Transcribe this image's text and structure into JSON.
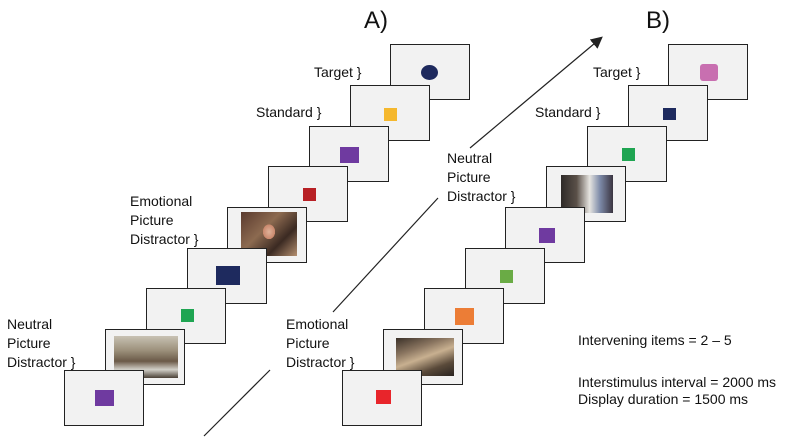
{
  "panel_a": {
    "title": "A)",
    "labels": {
      "target": "Target  }",
      "standard": "Standard  }",
      "emotional_1": "Emotional",
      "emotional_2": "Picture",
      "emotional_3": "Distractor  }",
      "neutral_1": "Neutral",
      "neutral_2": "Picture",
      "neutral_3": "Distractor  }"
    },
    "stimuli": [
      "navy-circle",
      "yellow-square",
      "purple-square",
      "red-square",
      "emotional-photo",
      "navy-square",
      "green-square",
      "neutral-photo",
      "purple-square"
    ]
  },
  "panel_b": {
    "title": "B)",
    "labels": {
      "target": "Target  }",
      "standard": "Standard  }",
      "neutral_1": "Neutral",
      "neutral_2": "Picture",
      "neutral_3": "Distractor  }",
      "emotional_1": "Emotional",
      "emotional_2": "Picture",
      "emotional_3": "Distractor  }"
    },
    "stimuli": [
      "pink-rounded-square",
      "navy-square",
      "green-square",
      "neutral-photo",
      "purple-square",
      "olive-green-square",
      "orange-square",
      "emotional-photo",
      "red-square"
    ]
  },
  "notes": {
    "intervening": "Intervening items = 2 – 5",
    "isi": "Interstimulus interval = 2000 ms",
    "duration": "Display duration = 1500 ms"
  },
  "colors": {
    "navy": "#1e2a5e",
    "yellow": "#f5b82e",
    "purple": "#6f3aa0",
    "red_dark": "#b82025",
    "green": "#1fa552",
    "pink": "#c86fb0",
    "olive_green": "#6aab45",
    "orange": "#ec7d36",
    "red": "#e8252b",
    "frame_fill": "#f2f2f2"
  },
  "icons": [
    "diagonal-arrow"
  ]
}
